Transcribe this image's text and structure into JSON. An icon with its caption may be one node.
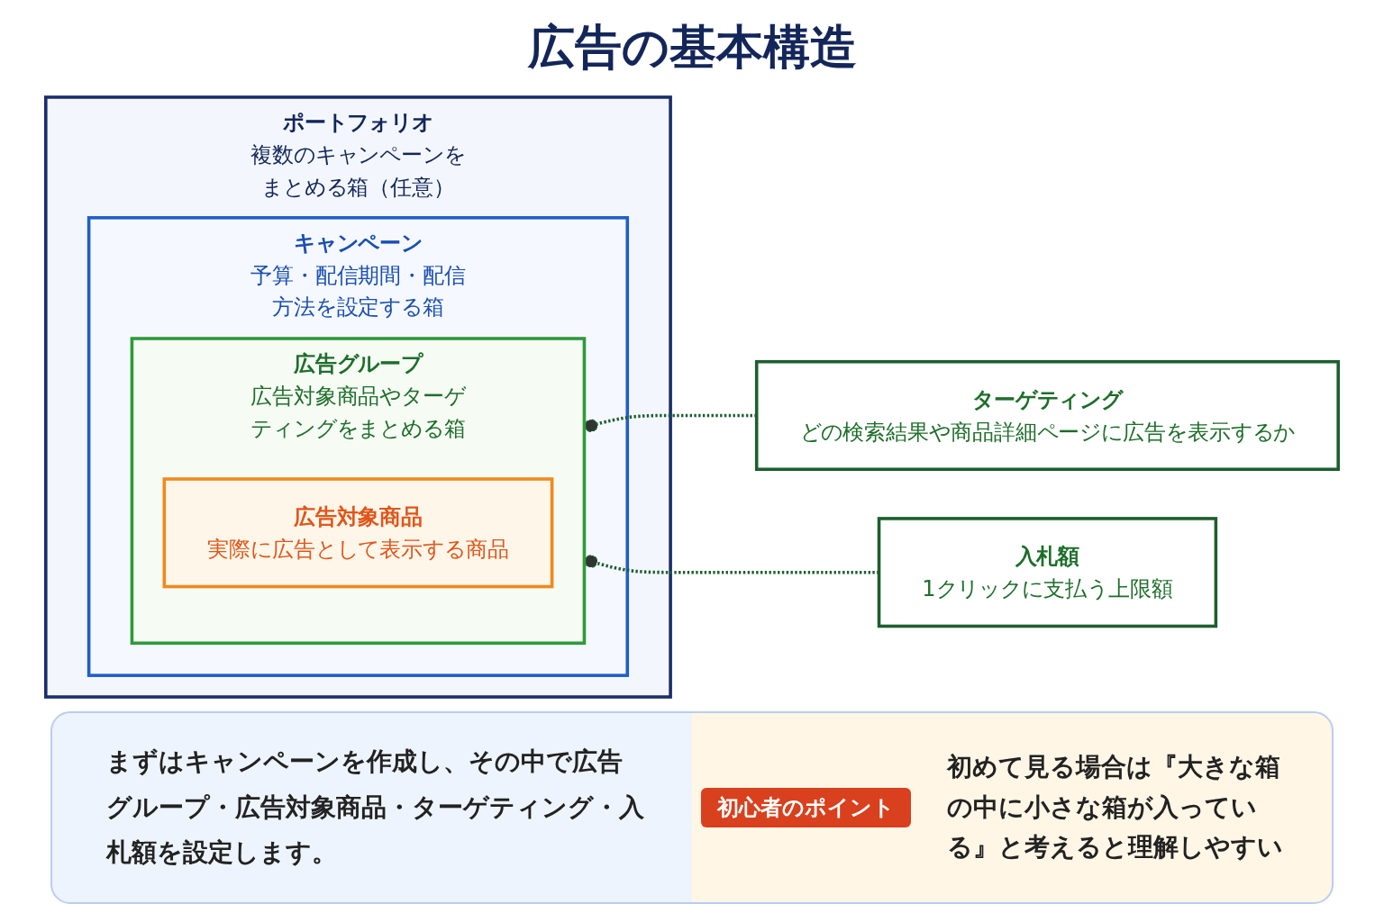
{
  "diagram": {
    "title": "広告の基本構造",
    "nodes": [
      {
        "text": [
          "ポートフォリオ",
          "複数のキャンペーンをまとめる箱（任意）"
        ]
      },
      {
        "text": [
          "キャンペーン",
          "予算・配信期間・配信方法を設定する箱"
        ],
        "in": 0
      },
      {
        "text": [
          "広告グループ",
          "広告対象商品やターゲティングをまとめる箱"
        ],
        "in": 1
      },
      {
        "text": [
          "広告対象商品",
          "実際に広告として表示する商品"
        ],
        "in": 2
      },
      {
        "text": [
          "ターゲティング",
          "どの検索結果や商品詳細ページに広告を表示するか"
        ]
      },
      {
        "text": [
          "入札額",
          "1クリックに支払う上限額"
        ]
      }
    ],
    "edges": [
      {
        "from": 2,
        "to": 4,
        "arrow": "other",
        "style": "dashed",
        "color": "#1e5e2e"
      },
      {
        "from": 2,
        "to": 5,
        "arrow": "other",
        "style": "dashed",
        "color": "#1e5e2e"
      }
    ],
    "labels": [
      "まずはキャンペーンを作成し、その中で広告グループ・広告対象商品・ターゲティング・入札額を設定します。",
      "初心者のポイント",
      "初めて見る場合は『大きな箱の中に小さな箱が入っている』と考えると理解しやすい"
    ]
  }
}
